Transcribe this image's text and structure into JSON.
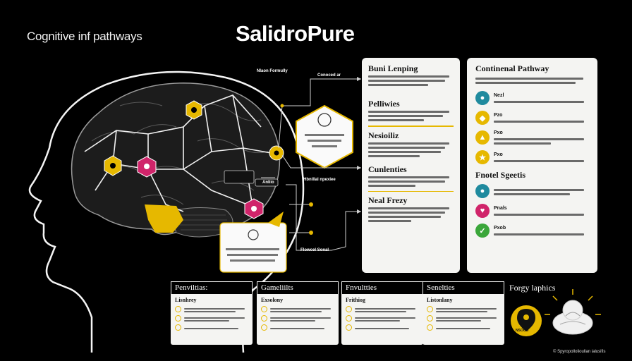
{
  "header": {
    "left_title": "Cognitive inf pathways",
    "main_title": "SalidroPure"
  },
  "middle_panel": {
    "sections": [
      {
        "title": "Buni Lenping",
        "lines": 3
      },
      {
        "title": "Pelliwies",
        "lines": 3
      },
      {
        "title": "Nesioiliz",
        "lines": 4
      },
      {
        "title": "Cunlenties",
        "lines": 3
      },
      {
        "title": "Neal Frezy",
        "lines": 4
      }
    ]
  },
  "right_panel": {
    "title": "Continenal Pathway",
    "items": [
      {
        "label": "Nezl",
        "color": "#1f8a9e"
      },
      {
        "label": "Pzo",
        "color": "#e6b800"
      },
      {
        "label": "Pxo",
        "color": "#e6b800"
      },
      {
        "label": "Pxo",
        "color": "#e6b800"
      }
    ],
    "second_title": "Fnotel Sgeetis",
    "second_items": [
      {
        "label": "",
        "color": "#1f8a9e"
      },
      {
        "label": "Pnals",
        "color": "#d0246a"
      },
      {
        "label": "Pxob",
        "color": "#3aa63a"
      }
    ]
  },
  "bottom_cards": [
    {
      "title": "Penviltias:",
      "subtitle": "Lisnhrey"
    },
    {
      "title": "Gameliilts",
      "subtitle": "Exsolony"
    },
    {
      "title": "Fnvultties",
      "subtitle": "Frithiog"
    },
    {
      "title": "Senelties",
      "subtitle": "Listonlany"
    }
  ],
  "last_section": {
    "title": "Forgy laphics",
    "badge": "NSOCO"
  },
  "footnote": "© Spyropollolioullan ialusifis",
  "brain_labels": {
    "top": "Nlaon Formully",
    "top_right": "Conoced ar",
    "left_mid": "Hbnillal npexiee",
    "center": "Anliio",
    "bottom_right": "Flowcel Sonal"
  },
  "colors": {
    "accent": "#e6b800",
    "magenta": "#d0246a",
    "teal": "#1f8a9e",
    "green": "#3aa63a"
  }
}
